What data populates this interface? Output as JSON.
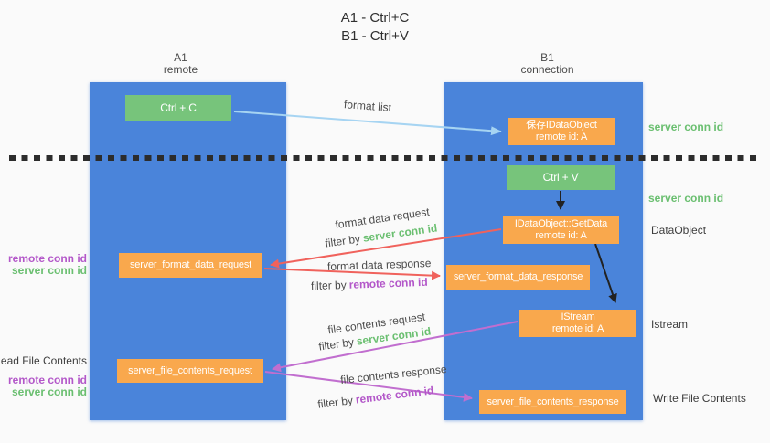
{
  "title": {
    "line1": "A1 - Ctrl+C",
    "line2": "B1 - Ctrl+V"
  },
  "lanes": {
    "left": {
      "name": "A1",
      "subtitle": "remote"
    },
    "right": {
      "name": "B1",
      "subtitle": "connection"
    }
  },
  "nodes": {
    "ctrl_c": "Ctrl + C",
    "ctrl_v": "Ctrl + V",
    "save_dataobject_line1": "保存IDataObject",
    "save_dataobject_line2": "remote id: A",
    "getdata_line1": "IDataObject::GetData",
    "getdata_line2": "remote id: A",
    "istream_line1": "IStream",
    "istream_line2": "remote id: A",
    "server_format_data_request": "server_format_data_request",
    "server_format_data_response": "server_format_data_response",
    "server_file_contents_request": "server_file_contents_request",
    "server_file_contents_response": "server_file_contents_response"
  },
  "messages": {
    "format_list": "format list",
    "format_data_request": "format data request",
    "format_data_response": "format data response",
    "file_contents_request": "file contents request",
    "file_contents_response": "file contents response",
    "filter_by": "filter by",
    "server_conn_id": "server conn id",
    "remote_conn_id": "remote conn id"
  },
  "notes": {
    "server_conn_id_top": "server conn id",
    "server_conn_id_mid": "server conn id",
    "dataobject": "DataObject",
    "istream": "Istream",
    "write_file_contents": "Write File Contents",
    "read_file_contents": "Read File Contents",
    "format_remote_conn_id": "remote conn id",
    "format_server_conn_id": "server conn id",
    "file_remote_conn_id": "remote conn id",
    "file_server_conn_id": "server conn id"
  },
  "colors": {
    "lane_blue": "#4a84da",
    "node_green": "#77c47b",
    "node_orange": "#f9a84d",
    "arrow_blue": "#a6d4f2",
    "arrow_red": "#f0625c",
    "arrow_purple": "#c16ecf",
    "arrow_black": "#222222",
    "text_green": "#6abf70",
    "text_purple": "#b357c9"
  }
}
